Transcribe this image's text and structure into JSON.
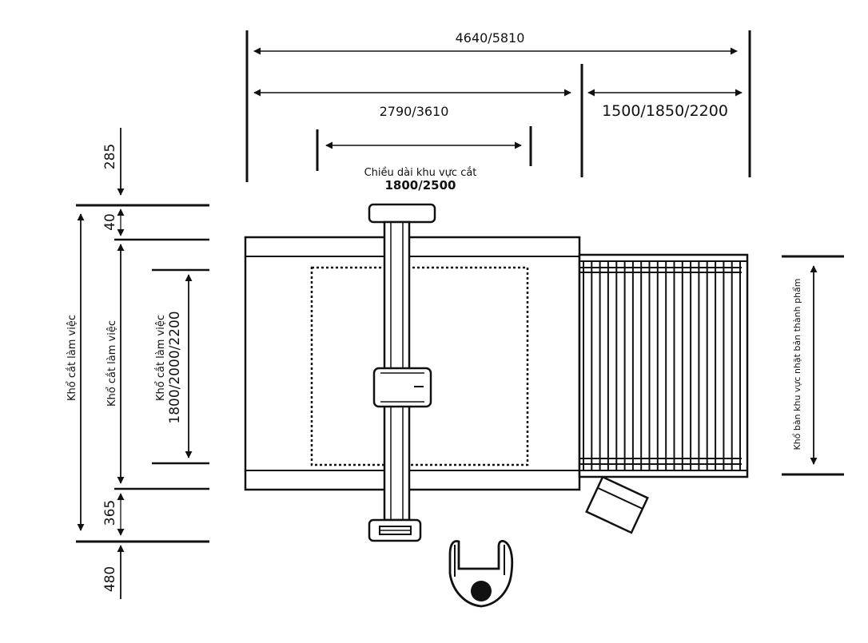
{
  "dimensions": {
    "total_length": "4640/5810",
    "table_length": "2790/3610",
    "conveyor_length": "1500/1850/2200",
    "cutting_area_caption": "Chiều dài khu vực cắt",
    "cutting_area_length": "1800/2500",
    "top_offset": "285",
    "top_margin": "40",
    "bottom_margin": "365",
    "bottom_offset": "480",
    "outer_width_label": "Khổ cắt  làm việc",
    "mid_width_label": "Khổ cắt  làm việc",
    "inner_width_label": "Khổ cắt  làm việc",
    "inner_width_value": "1800/2000/2200",
    "conveyor_width_label": "Khổ bàn khu vực nhặt bản thành phẩm"
  },
  "colors": {
    "line": "#111111",
    "background": "#ffffff"
  },
  "conveyor": {
    "slat_count": 20
  }
}
